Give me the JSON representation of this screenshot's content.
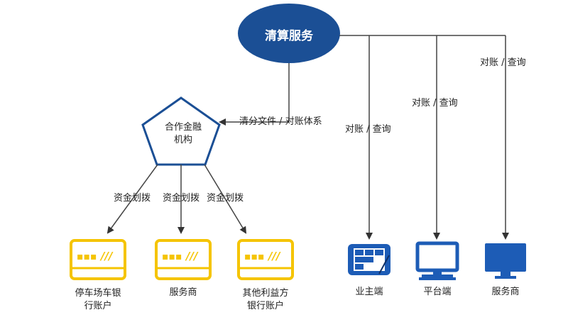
{
  "colors": {
    "service_fill": "#1b4f95",
    "pentagon_stroke": "#1b4f95",
    "card_stroke": "#f5c400",
    "device_fill": "#1d5cb6",
    "line": "#444444"
  },
  "service": {
    "label": "清算服务"
  },
  "institution": {
    "label": "合作金融\n机构"
  },
  "arrow_to_institution": {
    "label": "清分文件 / 对账体系"
  },
  "fund_transfer_labels": [
    "资金划拨",
    "资金划拨",
    "资金划拨"
  ],
  "accounts": [
    {
      "label": "停车场车银\n行账户",
      "icon": "bank-card-icon"
    },
    {
      "label": "服务商",
      "icon": "bank-card-icon"
    },
    {
      "label": "其他利益方\n银行账户",
      "icon": "bank-card-icon"
    }
  ],
  "query_labels": [
    "对账 / 查询",
    "对账 / 查询",
    "对账 / 查询"
  ],
  "clients": [
    {
      "label": "业主端",
      "icon": "tablet-icon"
    },
    {
      "label": "平台端",
      "icon": "monitor-icon"
    },
    {
      "label": "服务商",
      "icon": "monitor-filled-icon"
    }
  ]
}
